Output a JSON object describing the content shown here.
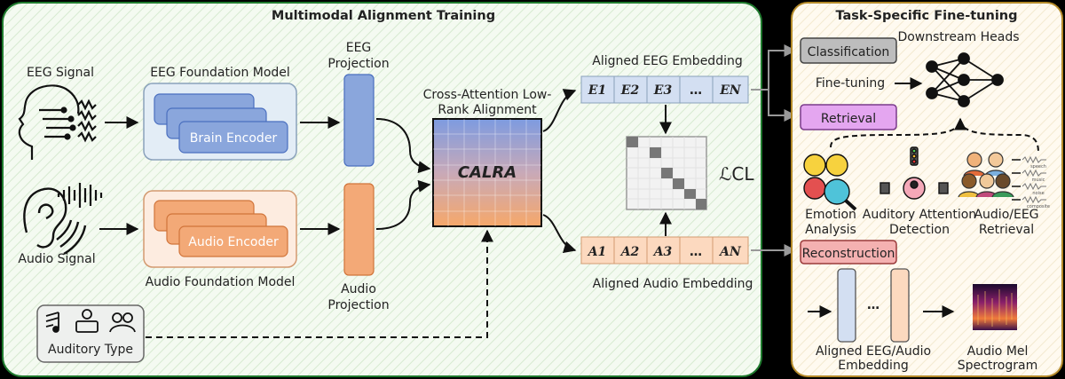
{
  "left_panel": {
    "title": "Multimodal Alignment Training",
    "eeg_signal": "EEG Signal",
    "audio_signal": "Audio Signal",
    "eeg_foundation_model": "EEG Foundation Model",
    "brain_encoder": "Brain Encoder",
    "audio_foundation_model": "Audio Foundation Model",
    "audio_encoder": "Audio Encoder",
    "eeg_projection_line1": "EEG",
    "eeg_projection_line2": "Projection",
    "audio_projection_line1": "Audio",
    "audio_projection_line2": "Projection",
    "calra_title_line1": "Cross-Attention Low-",
    "calra_title_line2": "Rank Alignment",
    "calra": "CALRA",
    "aligned_eeg_embedding": "Aligned EEG Embedding",
    "aligned_audio_embedding": "Aligned Audio Embedding",
    "eeg_tokens": [
      "E1",
      "E2",
      "E3",
      "…",
      "EN"
    ],
    "audio_tokens": [
      "A1",
      "A2",
      "A3",
      "…",
      "AN"
    ],
    "loss_label": "ℒCL",
    "auditory_type": "Auditory Type"
  },
  "right_panel": {
    "title": "Task-Specific Fine-tuning",
    "classification": "Classification",
    "downstream_heads": "Downstream Heads",
    "fine_tuning": "Fine-tuning",
    "retrieval": "Retrieval",
    "emotion_line1": "Emotion",
    "emotion_line2": "Analysis",
    "auditory_line1": "Auditory Attention",
    "auditory_line2": "Detection",
    "retrieval_task_line1": "Audio/EEG",
    "retrieval_task_line2": "Retrieval",
    "reconstruction": "Reconstruction",
    "ellipsis": "…",
    "aligned_line1": "Aligned EEG/Audio",
    "aligned_line2": "Embedding",
    "mel_line1": "Audio Mel",
    "mel_line2": "Spectrogram",
    "wave_labels": [
      "speech",
      "music",
      "noise",
      "composite"
    ]
  },
  "colors": {
    "left_panel_fill": "#eef6ea",
    "left_panel_border": "#1f7a2e",
    "right_panel_fill": "#fdf6e3",
    "right_panel_border": "#b48a2a",
    "eeg_blue": "#8aa6dc",
    "audio_orange": "#f3a977",
    "classification_gray": "#bdbdbd",
    "retrieval_pink": "#e4a6f0",
    "reconstruction_red": "#f4b1b1"
  }
}
